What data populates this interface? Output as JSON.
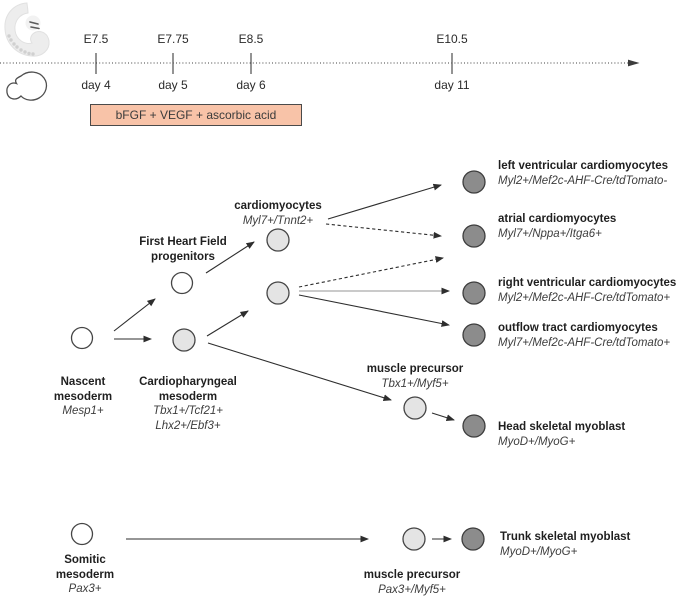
{
  "timeline": {
    "embryo_icon": "mouse-embryo-icon",
    "culture_icon": "embryoid-body-icon",
    "points": [
      {
        "embryonic": "E7.5",
        "culture": "day 4"
      },
      {
        "embryonic": "E7.75",
        "culture": "day 5"
      },
      {
        "embryonic": "E8.5",
        "culture": "day 6"
      },
      {
        "embryonic": "E10.5",
        "culture": "day 11"
      }
    ],
    "treatment": {
      "label": "bFGF + VEGF + ascorbic acid",
      "fill": "#f8c3a8",
      "border": "#4a4a4a"
    }
  },
  "nodes": {
    "nascent": {
      "name1": "Nascent",
      "name2": "mesoderm",
      "genes1": "Mesp1+"
    },
    "fhf": {
      "name1": "First Heart Field",
      "name2": "progenitors"
    },
    "cpm": {
      "name1": "Cardiopharyngeal",
      "name2": "mesoderm",
      "genes1": "Tbx1+/Tcf21+",
      "genes2": "Lhx2+/Ebf3+"
    },
    "cardiomyocytes": {
      "name": "cardiomyocytes",
      "genes": "Myl7+/Tnnt2+"
    },
    "lv": {
      "name": "left ventricular cardiomyocytes",
      "genes": "Myl2+/Mef2c-AHF-Cre/tdTomato-"
    },
    "atrial": {
      "name": "atrial cardiomyocytes",
      "genes": "Myl7+/Nppa+/Itga6+"
    },
    "rv": {
      "name": "right ventricular cardiomyocytes",
      "genes": "Myl2+/Mef2c-AHF-Cre/tdTomato+"
    },
    "oft": {
      "name": "outflow tract cardiomyocytes",
      "genes": "Myl7+/Mef2c-AHF-Cre/tdTomato+"
    },
    "head_mp": {
      "name": "muscle precursor",
      "genes": "Tbx1+/Myf5+"
    },
    "head_myoblast": {
      "name": "Head skeletal myoblast",
      "genes": "MyoD+/MyoG+"
    },
    "somitic": {
      "name1": "Somitic",
      "name2": "mesoderm",
      "genes1": "Pax3+"
    },
    "trunk_mp": {
      "name": "muscle precursor",
      "genes": "Pax3+/Myf5+"
    },
    "trunk_myoblast": {
      "name": "Trunk skeletal myoblast",
      "genes": "MyoD+/MyoG+"
    }
  },
  "colors": {
    "undifferentiated_fill": "#ffffff",
    "progenitor_fill": "#e4e4e4",
    "differentiated_fill": "#8c8c8c",
    "circle_stroke": "#454545",
    "arrow": "#2e2e2e",
    "gray_arrow": "#949494",
    "treatment_fill": "#f8c3a8"
  }
}
